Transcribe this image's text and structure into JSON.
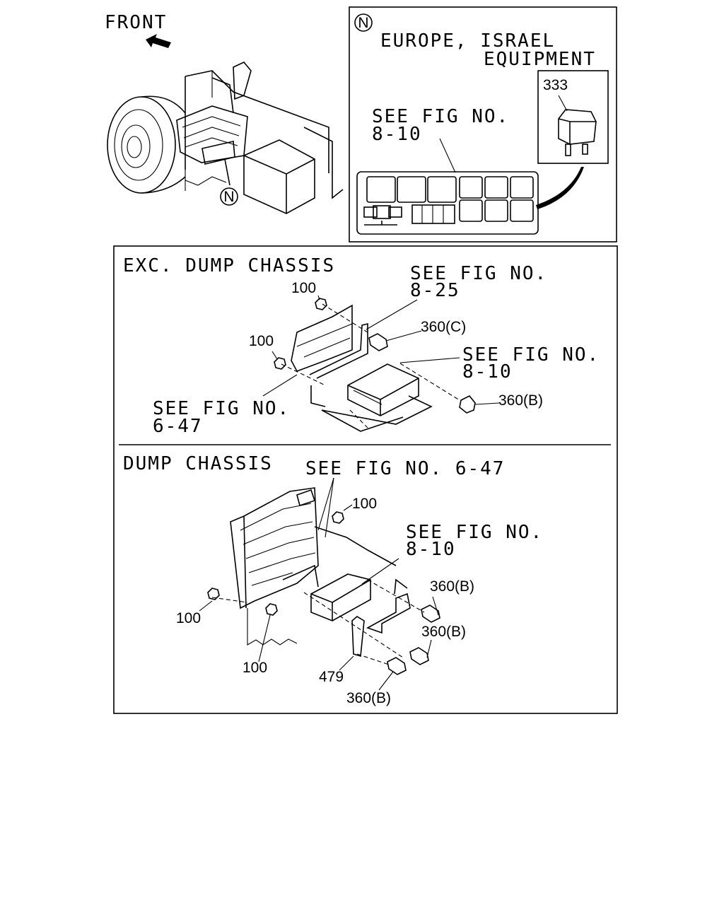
{
  "top_left": {
    "front_label": "FRONT",
    "callout_symbol": "N"
  },
  "detail_n": {
    "symbol": "N",
    "title_line1": "EUROPE, ISRAEL",
    "title_line2": "EQUIPMENT",
    "see_fig_line1": "SEE FIG NO.",
    "see_fig_line2": "8-10",
    "relay_part": "333"
  },
  "exc_dump": {
    "title": "EXC. DUMP CHASSIS",
    "see_fig_a_line1": "SEE FIG NO.",
    "see_fig_a_line2": "8-25",
    "see_fig_b_line1": "SEE FIG NO.",
    "see_fig_b_line2": "8-10",
    "see_fig_c_line1": "SEE FIG NO.",
    "see_fig_c_line2": "6-47",
    "part_100_a": "100",
    "part_100_b": "100",
    "part_360c": "360(C)",
    "part_360b": "360(B)"
  },
  "dump": {
    "title": "DUMP CHASSIS",
    "see_fig_top": "SEE FIG NO. 6-47",
    "see_fig_mid_line1": "SEE FIG NO.",
    "see_fig_mid_line2": "8-10",
    "part_100_top": "100",
    "part_100_left": "100",
    "part_100_bottom": "100",
    "part_360b_1": "360(B)",
    "part_360b_2": "360(B)",
    "part_360b_3": "360(B)",
    "part_479": "479"
  }
}
